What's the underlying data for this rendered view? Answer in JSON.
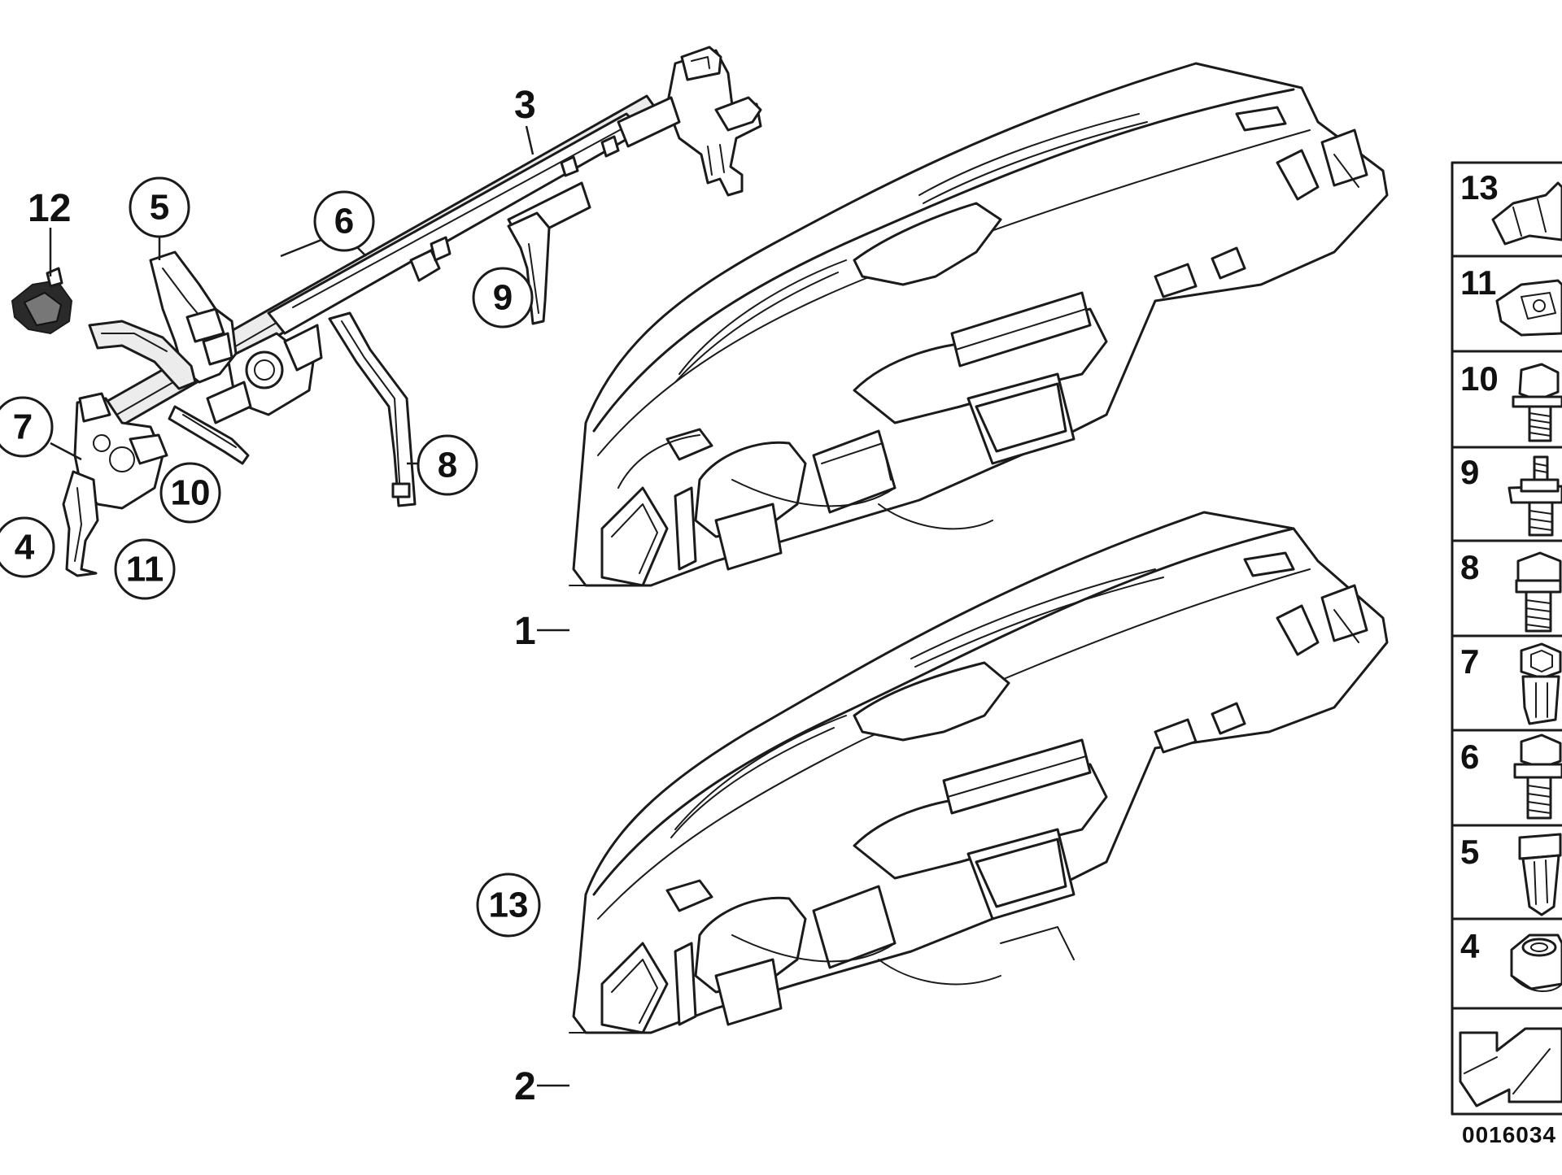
{
  "diagram": {
    "callouts": [
      {
        "id": "c1",
        "label": "1",
        "circled": false
      },
      {
        "id": "c2",
        "label": "2",
        "circled": false
      },
      {
        "id": "c3",
        "label": "3",
        "circled": false
      },
      {
        "id": "c4",
        "label": "4",
        "circled": true
      },
      {
        "id": "c5",
        "label": "5",
        "circled": true
      },
      {
        "id": "c6",
        "label": "6",
        "circled": true
      },
      {
        "id": "c7",
        "label": "7",
        "circled": true
      },
      {
        "id": "c8",
        "label": "8",
        "circled": true
      },
      {
        "id": "c9",
        "label": "9",
        "circled": true
      },
      {
        "id": "c10",
        "label": "10",
        "circled": true
      },
      {
        "id": "c11",
        "label": "11",
        "circled": true
      },
      {
        "id": "c12",
        "label": "12",
        "circled": false
      },
      {
        "id": "c13",
        "label": "13",
        "circled": true
      }
    ],
    "fastener_table": [
      {
        "label": "13",
        "part": "spring-clip"
      },
      {
        "label": "11",
        "part": "clip-nut"
      },
      {
        "label": "10",
        "part": "hex-bolt"
      },
      {
        "label": "9",
        "part": "stud-bolt"
      },
      {
        "label": "8",
        "part": "hex-bolt-short"
      },
      {
        "label": "7",
        "part": "expanding-nut"
      },
      {
        "label": "6",
        "part": "hex-bolt-washer"
      },
      {
        "label": "5",
        "part": "plastic-expanding-nut"
      },
      {
        "label": "4",
        "part": "hex-nut"
      }
    ],
    "drawing_code": "0016034"
  }
}
